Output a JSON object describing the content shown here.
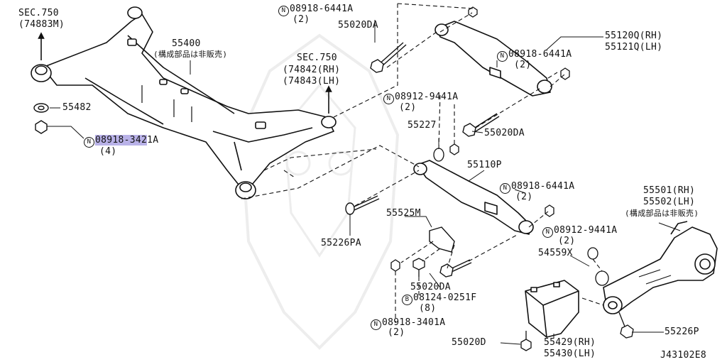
{
  "diagram_id": "J43102E8",
  "highlight_color": "#b9b2e8",
  "circle_n": "N",
  "circle_b": "B",
  "labels": {
    "sec750_a_title": "SEC.750",
    "sec750_a_ref": "(74883M)",
    "p55400": "55400",
    "p55400_note": "(構成部品は非販売)",
    "sec750_b_title": "SEC.750",
    "sec750_b_rh": "(74842(RH)",
    "sec750_b_lh": "(74843(LH)",
    "p55482": "55482",
    "n08918_3421_hl": "08918-342",
    "n08918_3421_rest": "1A",
    "n08918_3421_qty": "(4)",
    "n08918_6441_top": "08918-6441A",
    "n08918_6441_top_qty": "(2)",
    "p55020DA_top": "55020DA",
    "p55120Q": "55120Q(RH)",
    "p55121Q": "55121Q(LH)",
    "n08918_6441_mid": "08918-6441A",
    "n08918_6441_mid_qty": "(2)",
    "n08912_9441_top": "08912-9441A",
    "n08912_9441_top_qty": "(2)",
    "p55227": "55227",
    "p55020DA_mid": "55020DA",
    "p55110P": "55110P",
    "n08918_6441_low": "08918-6441A",
    "n08918_6441_low_qty": "(2)",
    "p55525M": "55525M",
    "p55226PA": "55226PA",
    "p55020DA_low": "55020DA",
    "b08124_0251": "08124-0251F",
    "b08124_0251_qty": "(8)",
    "n08918_3401": "08918-3401A",
    "n08918_3401_qty": "(2)",
    "n08912_9441_low": "08912-9441A",
    "n08912_9441_low_qty": "(2)",
    "p54559X": "54559X",
    "p55501": "55501(RH)",
    "p55502": "55502(LH)",
    "p55501_note": "(構成部品は非販売)",
    "p55226P": "55226P",
    "p55020D": "55020D",
    "p55429": "55429(RH)",
    "p55430": "55430(LH)"
  }
}
